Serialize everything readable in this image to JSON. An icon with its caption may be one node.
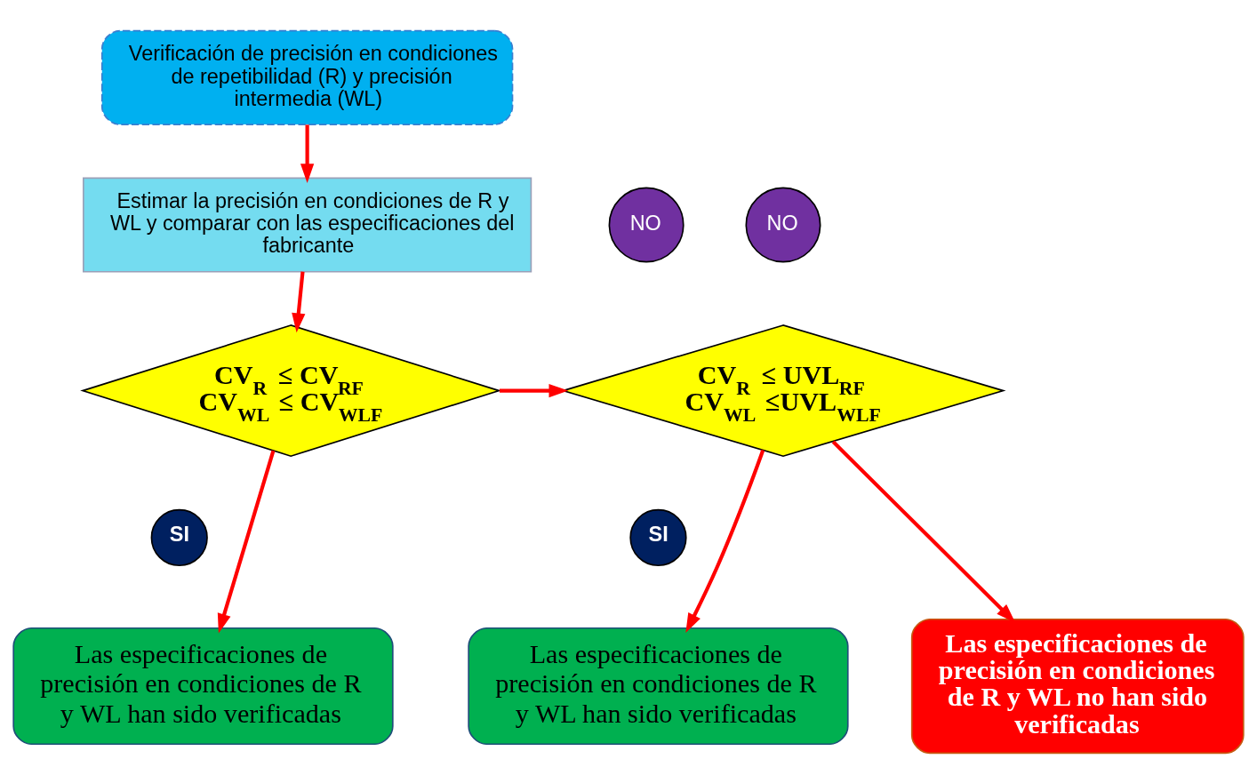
{
  "diagram": {
    "nodes": [
      {
        "text": [
          "Verificación de precisión en condiciones de repetibilidad (R) y precisión intermedia (WL)"
        ]
      },
      {
        "text": [
          "Estimar la precisión en condiciones de R y WL y comparar con las especificaciones del fabricante"
        ]
      },
      {
        "text": [
          "CV$_{R}$ ≤ CV$_{RF}$",
          "CV$_{WL}$ ≤ CV$_{WLF}$"
        ]
      },
      {
        "text": [
          "NO"
        ]
      },
      {
        "text": [
          "CV$_{R}$ ≤ UVL$_{RF}$",
          "CV$_{WL}$ ≤UVL$_{WLF}$"
        ]
      },
      {
        "text": [
          "NO"
        ]
      },
      {
        "text": [
          "SI"
        ]
      },
      {
        "text": [
          "SI"
        ]
      },
      {
        "text": [
          "Las especificaciones de precisión en condiciones de R y WL han sido verificadas"
        ]
      },
      {
        "text": [
          "Las especificaciones de precisión en condiciones de R y WL han sido verificadas"
        ]
      },
      {
        "text": [
          "Las especificaciones de precisión en condiciones de R y WL no han sido verificadas"
        ]
      }
    ],
    "edges": [
      {
        "from": 0,
        "to": 1,
        "arrow": "to"
      },
      {
        "from": 1,
        "to": 2,
        "arrow": "to"
      },
      {
        "from": 2,
        "to": 4,
        "arrow": "to"
      },
      {
        "from": 4,
        "to": 10,
        "arrow": "to"
      },
      {
        "from": 2,
        "to": 8,
        "arrow": "to"
      },
      {
        "from": 4,
        "to": 9,
        "arrow": "to"
      }
    ]
  }
}
